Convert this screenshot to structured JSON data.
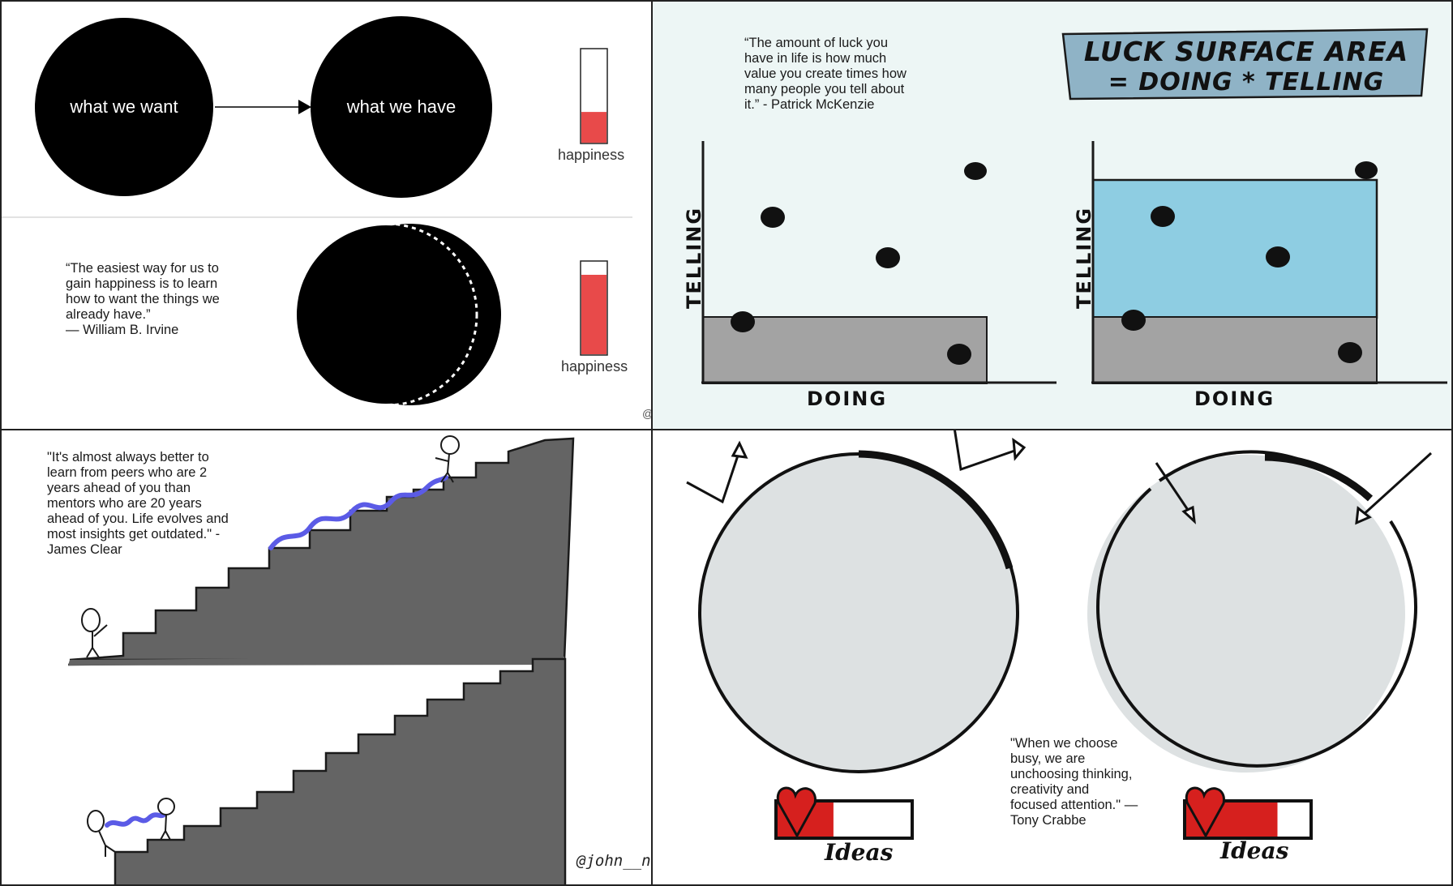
{
  "panel1": {
    "want_label": "what we want",
    "have_label": "what we have",
    "happiness_label_top": "happiness",
    "happiness_label_bottom": "happiness",
    "happiness_top_level": 0.33,
    "happiness_bottom_level": 0.86,
    "quote": "“The easiest way for us to\ngain happiness is to learn\nhow to want the things we\nalready have.”\n— William B. Irvine",
    "corner_mark": "@"
  },
  "panel2": {
    "quote": "“The amount of luck you\nhave in life is how much\nvalue you create times how\nmany people you tell about\nit.” - Patrick McKenzie",
    "banner_line1": "LUCK SURFACE AREA",
    "banner_line2": "= DOING * TELLING",
    "left_chart": {
      "x_label": "DOING",
      "y_label": "TELLING"
    },
    "right_chart": {
      "x_label": "DOING",
      "y_label": "TELLING"
    },
    "colors": {
      "background": "#edf6f5",
      "gray_area": "#a3a3a3",
      "blue_area": "#8ecde2",
      "banner": "#8fb3c6"
    }
  },
  "panel3": {
    "quote": "\"It's almost always better to\nlearn from peers who are 2\nyears ahead of you than\nmentors who are 20 years\nahead of you. Life evolves and\nmost insights get outdated.\" -\nJames Clear",
    "signature": "@john__nic",
    "colors": {
      "stairs": "#646464",
      "path": "#5b5be6"
    }
  },
  "panel4": {
    "quote": "\"When we choose\nbusy, we are\nunchoosing thinking,\ncreativity and\nfocused attention.\" —\nTony Crabbe",
    "ideas_left": "Ideas",
    "ideas_right": "Ideas",
    "ideas_left_level": 0.42,
    "ideas_right_level": 0.74,
    "colors": {
      "circle_fill": "#dde1e2",
      "meter": "#d6201e"
    }
  }
}
